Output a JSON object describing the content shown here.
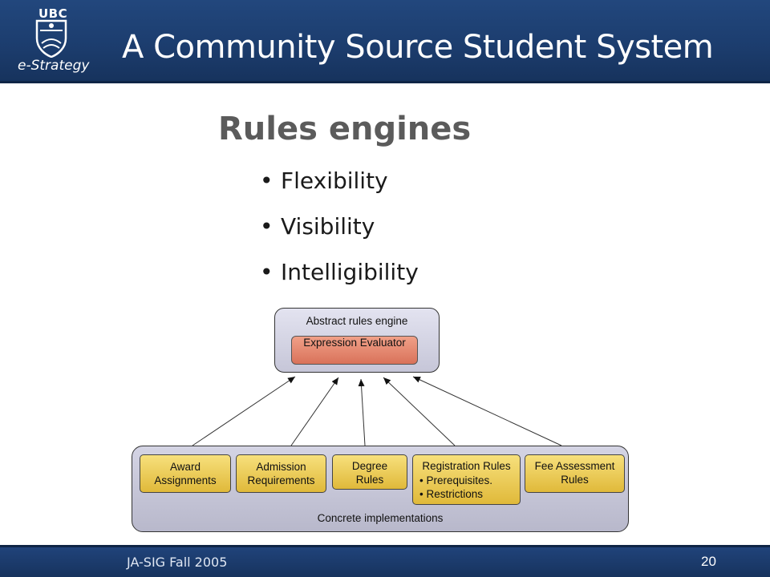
{
  "header": {
    "logo_text": "UBC",
    "logo_subtext": "e-Strategy",
    "title": "A Community Source Student System"
  },
  "slide": {
    "title": "Rules engines",
    "bullets": [
      "Flexibility",
      "Visibility",
      "Intelligibility"
    ]
  },
  "diagram": {
    "top_box": {
      "label": "Abstract rules engine",
      "inner": "Expression Evaluator"
    },
    "bottom_box": {
      "label": "Concrete implementations",
      "items": [
        {
          "label": "Award\nAssignments"
        },
        {
          "label": "Admission\nRequirements"
        },
        {
          "label": "Degree\nRules"
        },
        {
          "label": "Registration Rules",
          "bullets": [
            "• Prerequisites.",
            "• Restrictions"
          ]
        },
        {
          "label": "Fee Assessment\nRules"
        }
      ]
    }
  },
  "footer": {
    "conference": "JA-SIG Fall 2005",
    "page_number": "20"
  },
  "colors": {
    "banner": "#1c3d6e",
    "evaluator": "#e08a70",
    "implementation": "#eccc55",
    "container": "#c6c6d8"
  }
}
